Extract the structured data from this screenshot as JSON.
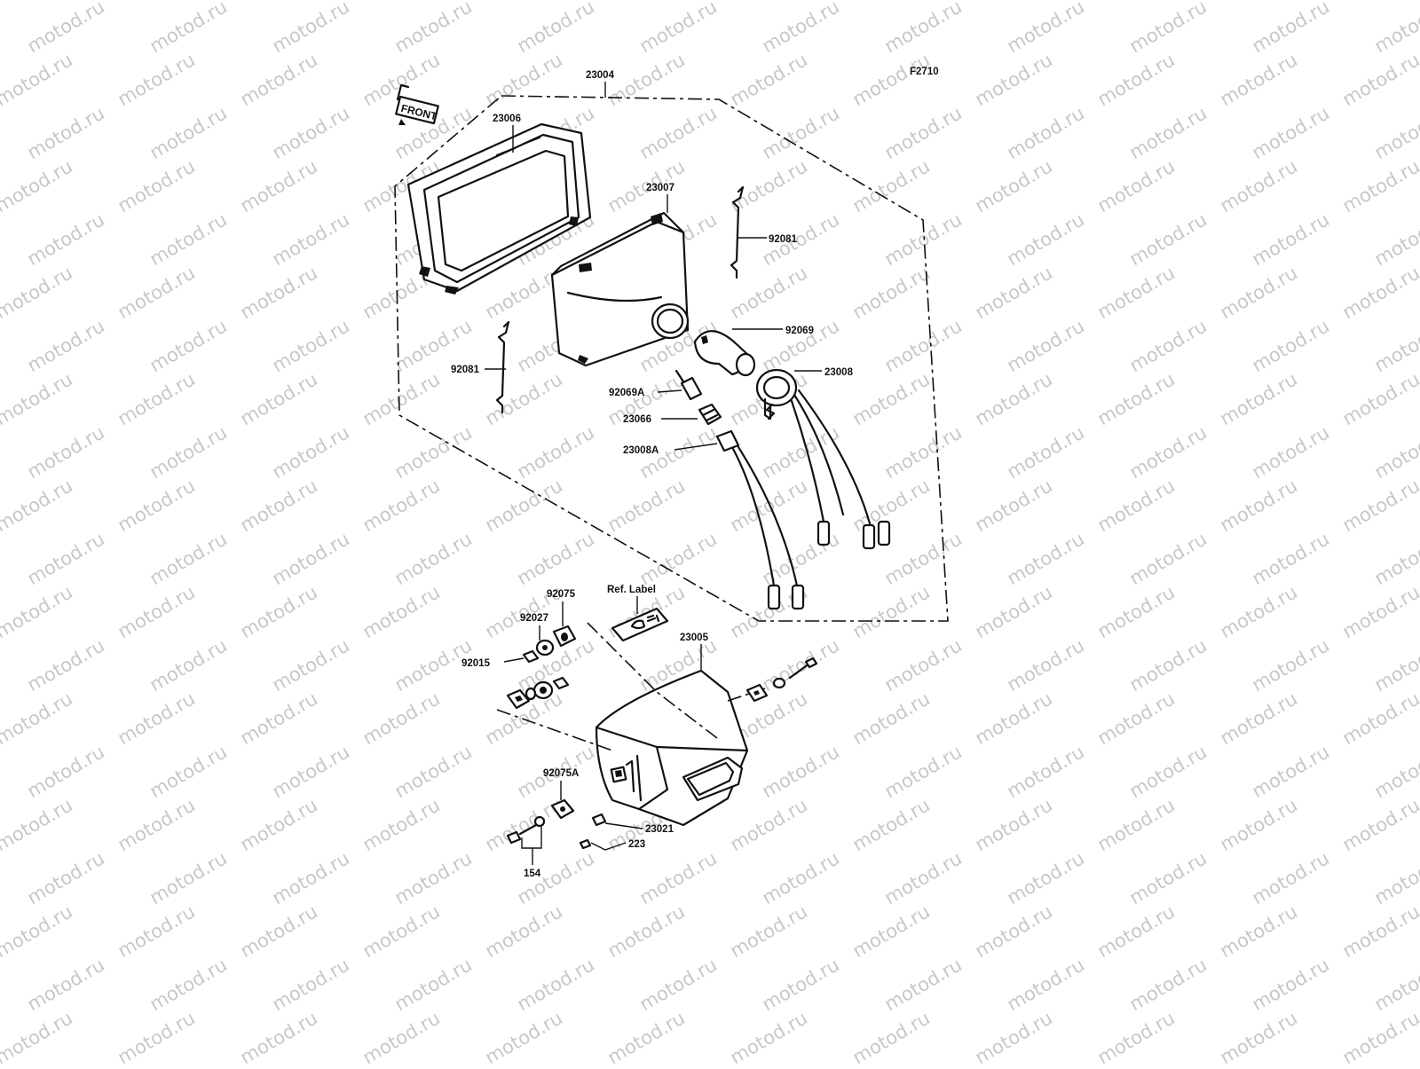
{
  "figure_code": "F2710",
  "watermark": "motod.ru",
  "front_tag": "FRONT",
  "ref_label": "Ref. Label",
  "parts": {
    "assembly": "23004",
    "rim": "23006",
    "unit": "23007",
    "spring_right": "92081",
    "spring_left": "92081",
    "bulb_main": "92069",
    "socket_main": "23008",
    "bulb_small": "92069A",
    "grommet": "23066",
    "socket_small": "23008A",
    "damper_top": "92075",
    "washer": "92027",
    "nut": "92015",
    "housing": "23005",
    "damper_side": "92075A",
    "collar": "23021",
    "screw": "223",
    "bolt": "154"
  }
}
